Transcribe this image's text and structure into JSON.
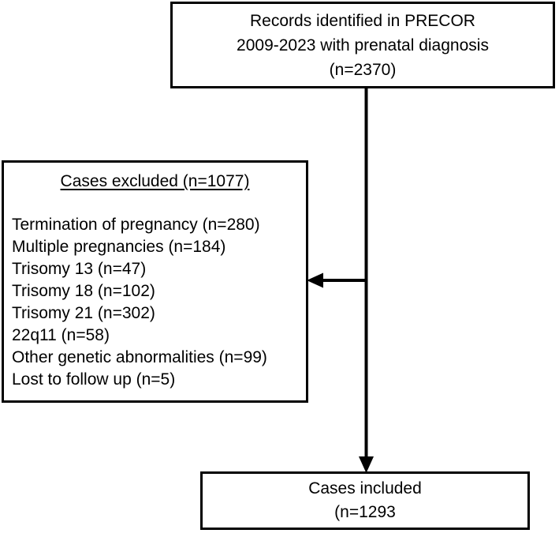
{
  "diagram": {
    "type": "flowchart",
    "title": "PRECOR prenatal diagnosis case selection flow",
    "colors": {
      "background": "#ffffff",
      "stroke": "#000000",
      "text": "#000000"
    },
    "nodes": {
      "records_identified": {
        "name": "records-identified-box",
        "lines": [
          "Records identified in PRECOR",
          "2009-2023 with prenatal diagnosis",
          "(n=2370)"
        ],
        "count": 2370
      },
      "cases_excluded": {
        "name": "cases-excluded-box",
        "header": "Cases excluded (n=1077)",
        "count": 1077,
        "items": [
          "Termination of pregnancy (n=280)",
          "Multiple pregnancies (n=184)",
          "Trisomy 13 (n=47)",
          "Trisomy 18 (n=102)",
          "Trisomy 21 (n=302)",
          "22q11 (n=58)",
          "Other genetic abnormalities (n=99)",
          "Lost to follow up (n=5)"
        ]
      },
      "cases_included": {
        "name": "cases-included-box",
        "lines": [
          "Cases included",
          "(n=1293"
        ],
        "count": 1293
      }
    },
    "connectors": [
      {
        "name": "main-vertical-connector",
        "from": "records_identified",
        "to": "cases_included",
        "arrowhead": "down"
      },
      {
        "name": "exclusion-branch-connector",
        "from": "main-vertical-connector",
        "to": "cases_excluded",
        "arrowhead": "left"
      }
    ]
  }
}
